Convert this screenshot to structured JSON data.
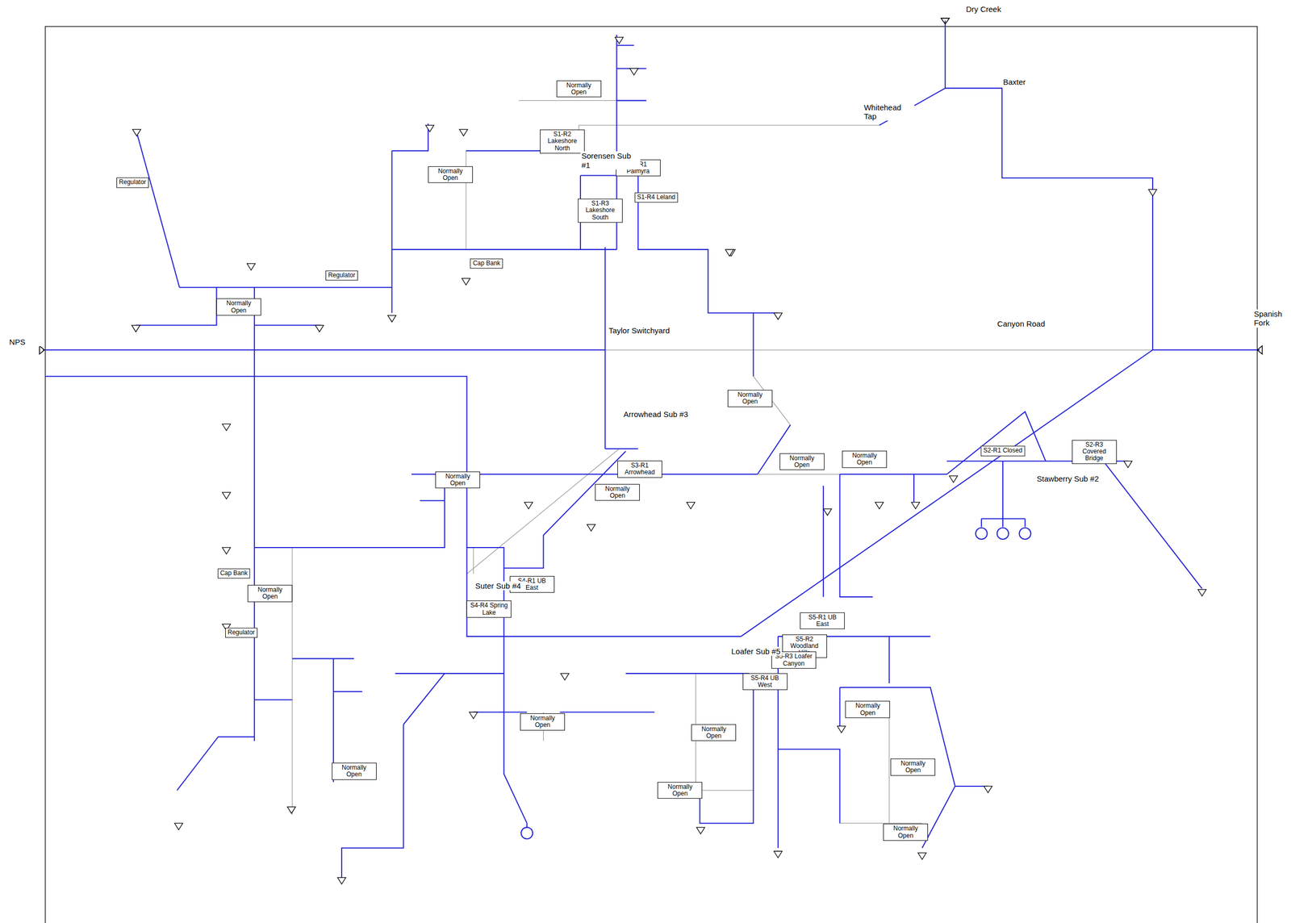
{
  "diagram": {
    "nodes": [
      {
        "text": [
          "Normally Open"
        ]
      },
      {
        "text": [
          "S1-R2 Lakeshore North"
        ]
      },
      {
        "text": [
          "S1-R1 Palmyra"
        ]
      },
      {
        "text": [
          "Normally Open"
        ]
      },
      {
        "text": [
          "Regulator"
        ]
      },
      {
        "text": [
          "S1-R4 Leland"
        ]
      },
      {
        "text": [
          "S1-R3 Lakeshore South"
        ]
      },
      {
        "text": [
          "Cap Bank"
        ]
      },
      {
        "text": [
          "Regulator"
        ]
      },
      {
        "text": [
          "Normally Open"
        ]
      },
      {
        "text": [
          "Normally Open"
        ]
      },
      {
        "text": [
          "S2-R1 Closed"
        ]
      },
      {
        "text": [
          "S2-R3 Covered Bridge"
        ]
      },
      {
        "text": [
          "Normally Open"
        ]
      },
      {
        "text": [
          "Normally Open"
        ]
      },
      {
        "text": [
          "S3-R1 Arrowhead"
        ]
      },
      {
        "text": [
          "Normally Open"
        ]
      },
      {
        "text": [
          "Normally Open"
        ]
      },
      {
        "text": [
          "Cap Bank"
        ]
      },
      {
        "text": [
          "S4-R1 UB East"
        ]
      },
      {
        "text": [
          "Normally Open"
        ]
      },
      {
        "text": [
          "S4-R4 Spring Lake"
        ]
      },
      {
        "text": [
          "S5-R1 UB East"
        ]
      },
      {
        "text": [
          "Regulator"
        ]
      },
      {
        "text": [
          "S5-R2 Woodland Hills"
        ]
      },
      {
        "text": [
          "S5-R3 Loafer Canyon"
        ]
      },
      {
        "text": [
          "S5-R4 UB West"
        ]
      },
      {
        "text": [
          "Normally Open"
        ]
      },
      {
        "text": [
          "Normally Open"
        ]
      },
      {
        "text": [
          "Normally Open"
        ]
      },
      {
        "text": [
          "Normally Open"
        ]
      },
      {
        "text": [
          "Normally Open"
        ]
      },
      {
        "text": [
          "Normally Open"
        ]
      },
      {
        "text": [
          "Normally Open"
        ]
      }
    ],
    "labels": [
      "Dry Creek",
      "Baxter",
      "Whitehead Tap",
      "Sorensen Sub #1",
      "Taylor Switchyard",
      "Canyon Road",
      "Spanish Fork",
      "NPS",
      "Arrowhead Sub #3",
      "Stawberry Sub #2",
      "Suter Sub #4",
      "Loafer Sub #5"
    ]
  }
}
